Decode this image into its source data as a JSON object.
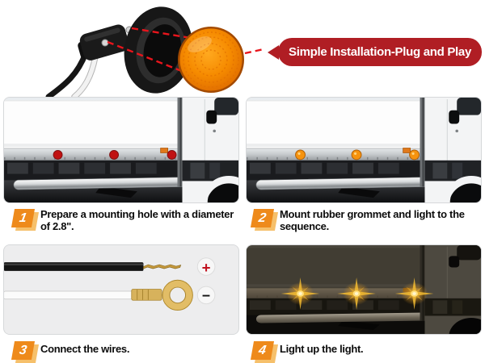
{
  "hero": {
    "banner": {
      "label": "Simple Installation-Plug and Play"
    },
    "parts": [
      "pigtail-plug",
      "rubber-grommet",
      "amber-round-light"
    ]
  },
  "steps": [
    {
      "number": "1",
      "text": "Prepare a mounting hole with a diameter of 2.8\"."
    },
    {
      "number": "2",
      "text": "Mount rubber grommet and light to the sequence."
    },
    {
      "number": "3",
      "text": "Connect the wires."
    },
    {
      "number": "4",
      "text": "Light up the light."
    }
  ],
  "wiring": {
    "positive": "+",
    "negative": "−"
  },
  "colors": {
    "banner_red": "#b01e24",
    "step_badge_orange": "#ee8a1b",
    "step_badge_shadow": "#f6c06b",
    "guide_line_red": "#e8151c",
    "hole_marker_red": "#c01212",
    "light_amber": "#f6930e",
    "lit_glow_yellow": "#ffd84a",
    "positive_terminal_red": "#c1121f"
  }
}
